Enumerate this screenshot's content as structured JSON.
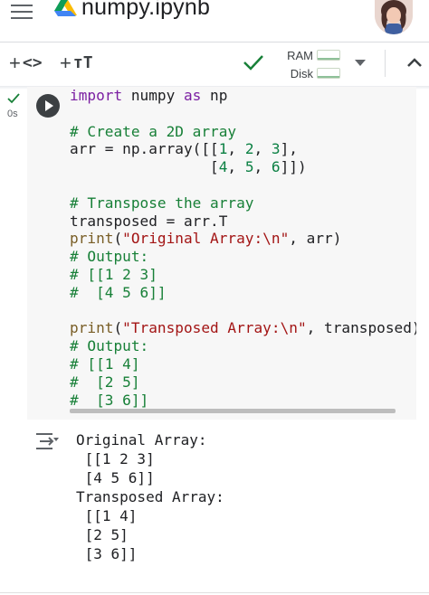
{
  "header": {
    "title": "numpy.ipynb",
    "icons": {
      "menu": "hamburger-icon",
      "logo": "google-drive-logo",
      "avatar": "user-avatar"
    }
  },
  "toolbar": {
    "add_code_plus": "+",
    "add_code_glyph": "<>",
    "add_text_plus": "+",
    "add_text_glyph": "тТ",
    "ram_label": "RAM",
    "disk_label": "Disk",
    "icons": {
      "connected": "checkmark-icon",
      "dropdown": "caret-down-icon",
      "collapse": "chevron-up-icon"
    }
  },
  "cell": {
    "exec_time": "0s",
    "code_lines": [
      [
        [
          "kw",
          "import"
        ],
        [
          "p",
          " numpy "
        ],
        [
          "kw",
          "as"
        ],
        [
          "p",
          " np"
        ]
      ],
      [],
      [
        [
          "cm",
          "# Create a 2D array"
        ]
      ],
      [
        [
          "p",
          "arr = np.array([["
        ],
        [
          "num",
          "1"
        ],
        [
          "p",
          ", "
        ],
        [
          "num",
          "2"
        ],
        [
          "p",
          ", "
        ],
        [
          "num",
          "3"
        ],
        [
          "p",
          "],"
        ]
      ],
      [
        [
          "p",
          "                ["
        ],
        [
          "num",
          "4"
        ],
        [
          "p",
          ", "
        ],
        [
          "num",
          "5"
        ],
        [
          "p",
          ", "
        ],
        [
          "num",
          "6"
        ],
        [
          "p",
          "]])"
        ]
      ],
      [],
      [
        [
          "cm",
          "# Transpose the array"
        ]
      ],
      [
        [
          "p",
          "transposed = arr.T"
        ]
      ],
      [
        [
          "fn",
          "print"
        ],
        [
          "p",
          "("
        ],
        [
          "str",
          "\"Original Array:\\n\""
        ],
        [
          "p",
          ", arr)"
        ]
      ],
      [
        [
          "cm",
          "# Output:"
        ]
      ],
      [
        [
          "cm",
          "# [[1 2 3]"
        ]
      ],
      [
        [
          "cm",
          "#  [4 5 6]]"
        ]
      ],
      [],
      [
        [
          "fn",
          "print"
        ],
        [
          "p",
          "("
        ],
        [
          "str",
          "\"Transposed Array:\\n\""
        ],
        [
          "p",
          ", transposed)"
        ]
      ],
      [
        [
          "cm",
          "# Output:"
        ]
      ],
      [
        [
          "cm",
          "# [[1 4]"
        ]
      ],
      [
        [
          "cm",
          "#  [2 5]"
        ]
      ],
      [
        [
          "cm",
          "#  [3 6]]"
        ]
      ]
    ],
    "output_lines": [
      "Original Array:",
      " [[1 2 3]",
      " [4 5 6]]",
      "Transposed Array:",
      " [[1 4]",
      " [2 5]",
      " [3 6]]"
    ],
    "icons": {
      "run": "play-icon",
      "status": "execution-check-icon",
      "output": "output-toggle-icon"
    }
  }
}
